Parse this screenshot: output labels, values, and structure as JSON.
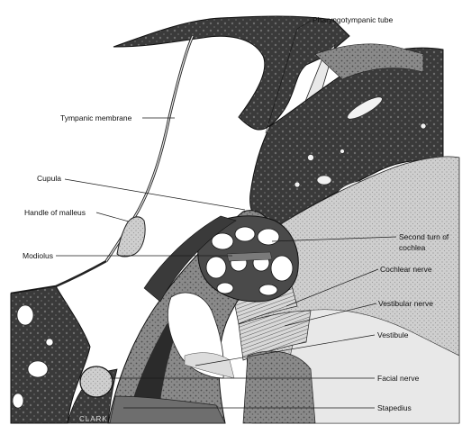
{
  "labels": {
    "pharyngotympanic_tube": "Pharyngotympanic tube",
    "tympanic_membrane": "Tympanic membrane",
    "cupula": "Cupula",
    "handle_of_malleus": "Handle of malleus",
    "modiolus": "Modiolus",
    "second_turn_line1": "Second turn of",
    "second_turn_line2": "cochlea",
    "cochlear_nerve": "Cochlear nerve",
    "vestibular_nerve": "Vestibular nerve",
    "vestibule": "Vestibule",
    "facial_nerve": "Facial nerve",
    "stapedius": "Stapedius"
  },
  "signature": "CLARK",
  "colors": {
    "background": "#ffffff",
    "dark_tissue": "#2b2b2b",
    "mid_tissue": "#6a6a6a",
    "light_tissue": "#b8b8b8",
    "leader_lines": "#1a1a1a"
  }
}
